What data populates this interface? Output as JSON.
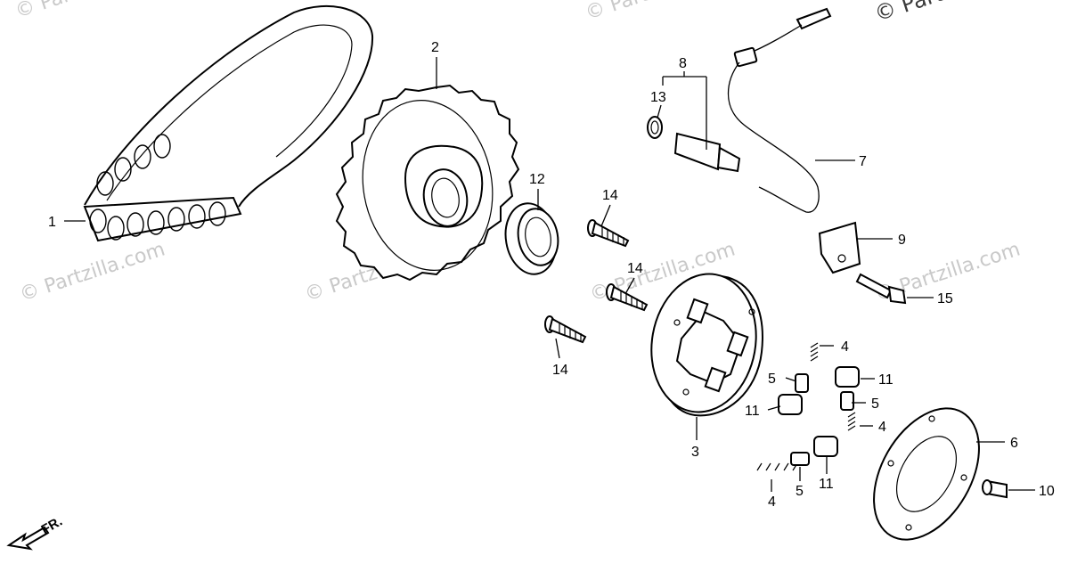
{
  "diagram": {
    "watermark_text": "© Partzilla.com",
    "watermark_top_right": "© Partz",
    "direction_label": "FR.",
    "callouts": [
      {
        "id": "c1",
        "label": "1"
      },
      {
        "id": "c2",
        "label": "2"
      },
      {
        "id": "c3",
        "label": "3"
      },
      {
        "id": "c4a",
        "label": "4"
      },
      {
        "id": "c4b",
        "label": "4"
      },
      {
        "id": "c4c",
        "label": "4"
      },
      {
        "id": "c5a",
        "label": "5"
      },
      {
        "id": "c5b",
        "label": "5"
      },
      {
        "id": "c5c",
        "label": "5"
      },
      {
        "id": "c6",
        "label": "6"
      },
      {
        "id": "c7",
        "label": "7"
      },
      {
        "id": "c8",
        "label": "8"
      },
      {
        "id": "c9",
        "label": "9"
      },
      {
        "id": "c10",
        "label": "10"
      },
      {
        "id": "c11a",
        "label": "11"
      },
      {
        "id": "c11b",
        "label": "11"
      },
      {
        "id": "c11c",
        "label": "11"
      },
      {
        "id": "c12",
        "label": "12"
      },
      {
        "id": "c13",
        "label": "13"
      },
      {
        "id": "c14a",
        "label": "14"
      },
      {
        "id": "c14b",
        "label": "14"
      },
      {
        "id": "c14c",
        "label": "14"
      },
      {
        "id": "c15",
        "label": "15"
      }
    ]
  }
}
